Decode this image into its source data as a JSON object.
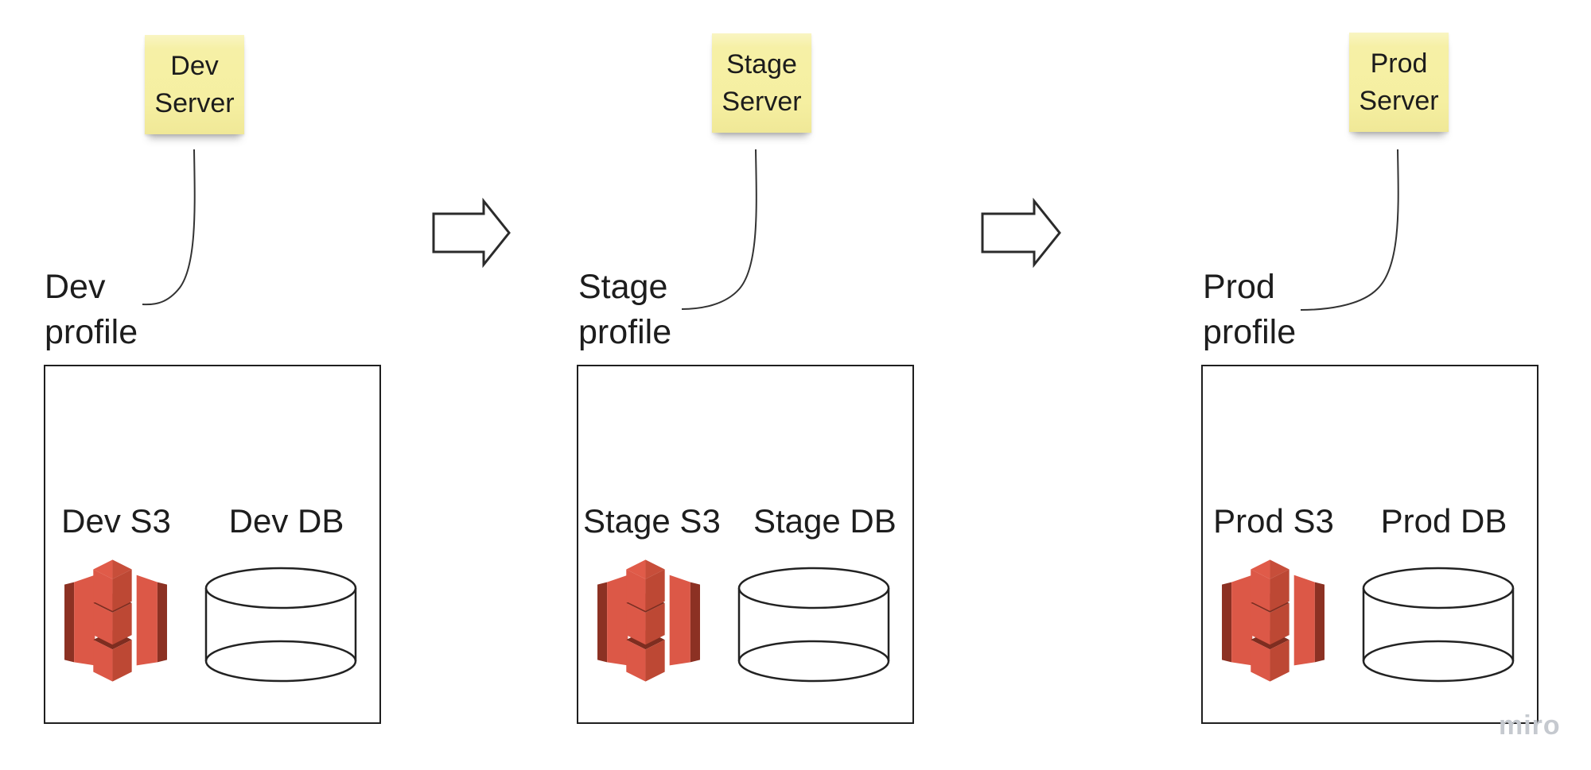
{
  "board": {
    "background_color": "#ffffff",
    "watermark": {
      "label": "miro",
      "color": "#c5c9cf"
    }
  },
  "colors": {
    "sticky_fill": "#f5efa1",
    "sticky_text": "#1c1c1c",
    "text": "#1d1d1d",
    "box_border": "#1f1f1f",
    "shape_stroke": "#222222",
    "arrow_stroke": "#2b2b2b",
    "s3_light": "#dc5847",
    "s3_mid": "#bd4834",
    "s3_dark": "#8c3123",
    "s3_darkest": "#7e2d20"
  },
  "groups": [
    {
      "id": "dev",
      "sticky": {
        "line1": "Dev",
        "line2": "Server"
      },
      "profile": {
        "line1": "Dev",
        "line2": "profile"
      },
      "s3_label": "Dev S3",
      "db_label": "Dev DB",
      "icons": {
        "s3": "aws-s3-icon",
        "db": "database-cylinder-icon"
      }
    },
    {
      "id": "stage",
      "sticky": {
        "line1": "Stage",
        "line2": "Server"
      },
      "profile": {
        "line1": "Stage",
        "line2": "profile"
      },
      "s3_label": "Stage S3",
      "db_label": "Stage DB",
      "icons": {
        "s3": "aws-s3-icon",
        "db": "database-cylinder-icon"
      }
    },
    {
      "id": "prod",
      "sticky": {
        "line1": "Prod",
        "line2": "Server"
      },
      "profile": {
        "line1": "Prod",
        "line2": "profile"
      },
      "s3_label": "Prod S3",
      "db_label": "Prod DB",
      "icons": {
        "s3": "aws-s3-icon",
        "db": "database-cylinder-icon"
      }
    }
  ],
  "connectors": [
    {
      "from": "dev-server-sticky",
      "to": "dev-profile-label"
    },
    {
      "from": "stage-server-sticky",
      "to": "stage-profile-label"
    },
    {
      "from": "prod-server-sticky",
      "to": "prod-profile-label"
    }
  ],
  "arrows": [
    {
      "name": "arrow-dev-to-stage",
      "direction": "right"
    },
    {
      "name": "arrow-stage-to-prod",
      "direction": "right"
    }
  ]
}
